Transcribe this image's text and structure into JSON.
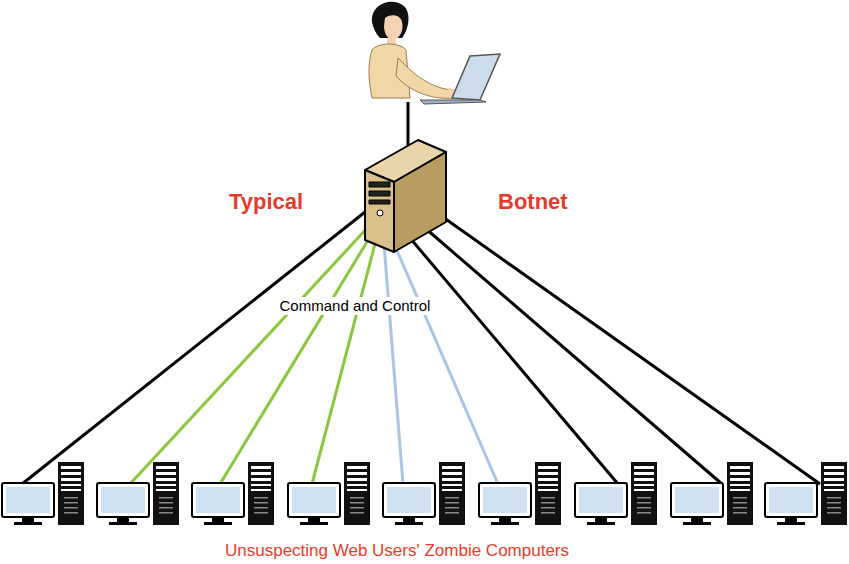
{
  "diagram": {
    "caption": "Unsuspecting Web Users' Zombie Computers",
    "labels": [
      "Typical",
      "Botnet",
      "Command and Control"
    ]
  }
}
